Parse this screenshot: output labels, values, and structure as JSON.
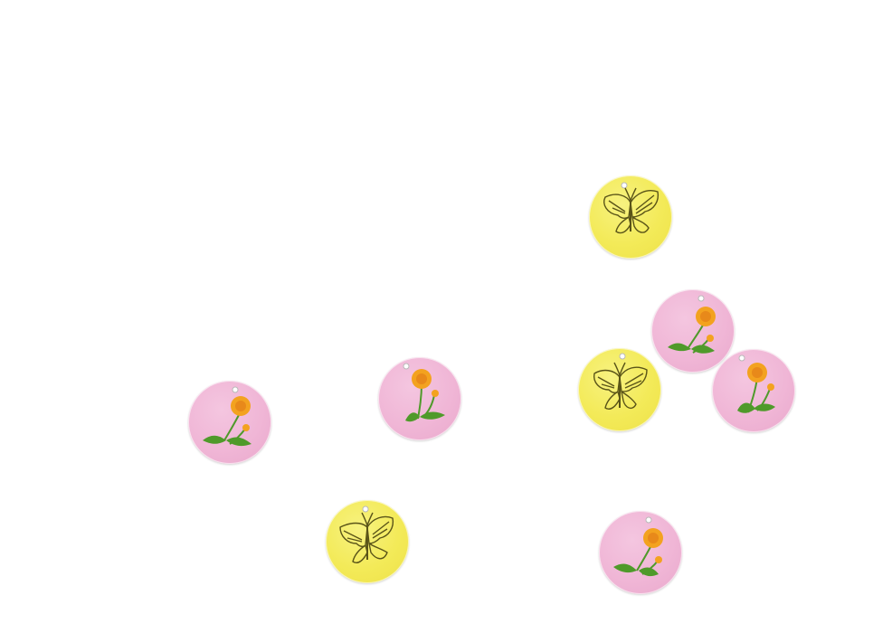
{
  "board": {
    "background": "#ffffff"
  },
  "tokens": [
    {
      "type": "butterfly",
      "color": "yellow",
      "icon": "butterfly-icon"
    },
    {
      "type": "dandelion",
      "color": "pink",
      "icon": "dandelion-icon"
    },
    {
      "type": "butterfly",
      "color": "yellow",
      "icon": "butterfly-icon"
    },
    {
      "type": "dandelion",
      "color": "pink",
      "icon": "dandelion-icon"
    },
    {
      "type": "dandelion",
      "color": "pink",
      "icon": "dandelion-icon"
    },
    {
      "type": "dandelion",
      "color": "pink",
      "icon": "dandelion-icon"
    },
    {
      "type": "butterfly",
      "color": "yellow",
      "icon": "butterfly-icon"
    },
    {
      "type": "dandelion",
      "color": "pink",
      "icon": "dandelion-icon"
    }
  ],
  "colors": {
    "pink": "#f0b6d6",
    "yellow": "#f3ea58",
    "flower_petal": "#f3a21f",
    "flower_center": "#e8891a",
    "stem": "#4f9a2a",
    "butterfly_line": "#5a5418"
  }
}
